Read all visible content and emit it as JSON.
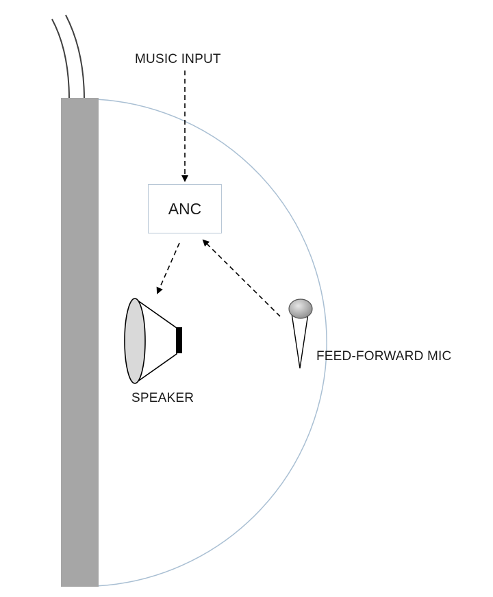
{
  "labels": {
    "music_input": "MUSIC INPUT",
    "anc": "ANC",
    "speaker": "SPEAKER",
    "feed_forward_mic": "FEED-FORWARD MIC"
  },
  "colors": {
    "earcup_panel": "#a6a6a6",
    "earcup_outline": "#a9bfd3",
    "cable": "#404040",
    "arrow": "#000000",
    "speaker_cone": "#d9d9d9",
    "speaker_magnet": "#000000",
    "mic_head": "#b0b0b0"
  }
}
